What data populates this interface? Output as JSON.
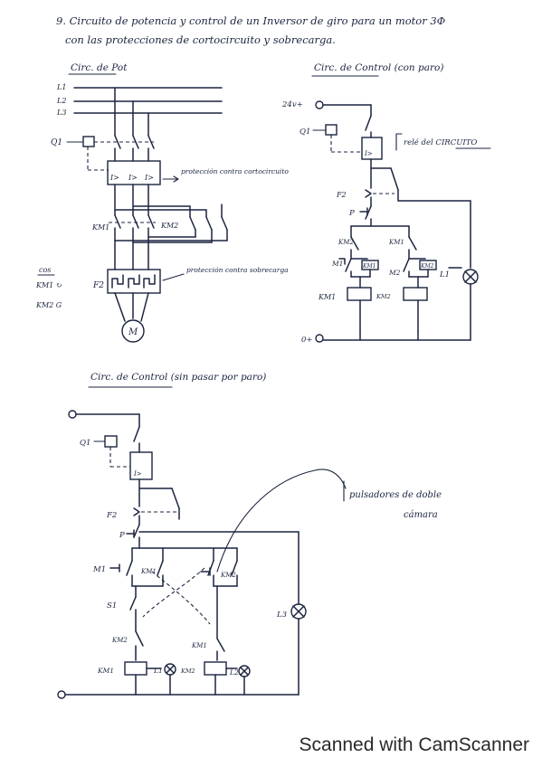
{
  "title_line1": "9. Circuito de potencia y control de un Inversor de giro para un motor 3Φ",
  "title_line2": "con las protecciones de cortocircuito y sobrecarga.",
  "power": {
    "heading": "Circ. de Pot",
    "lines": [
      "L1",
      "L2",
      "L3"
    ],
    "q1": "Q1",
    "km1": "KM1",
    "km2": "KM2",
    "f2": "F2",
    "motor": "M",
    "note_short": "protección contra cortocircuito",
    "note_overload": "protección contra sobrecarga",
    "cos": "cos",
    "km1_dir": "KM1 ↻",
    "km2_dir": "KM2 G"
  },
  "control1": {
    "heading": "Circ. de Control (con paro)",
    "supply": "24v+",
    "zero": "0+",
    "q1": "Q1",
    "relay_note": "relé del CIRCUITO",
    "f2": "F2",
    "p": "P",
    "km2": "KM2",
    "km1": "KM1",
    "m1": "M1",
    "m2": "M2",
    "l1": "L1"
  },
  "control2": {
    "heading": "Circ. de Control (sin pasar por paro)",
    "q1": "Q1",
    "f2": "F2",
    "p": "P",
    "m1": "M1",
    "s1": "S1",
    "km1": "KM1",
    "km2": "KM2",
    "l1": "L1",
    "l2": "L2",
    "l3": "L3",
    "note": "pulsadores de doble cámara"
  },
  "footer": "Scanned with CamScanner"
}
